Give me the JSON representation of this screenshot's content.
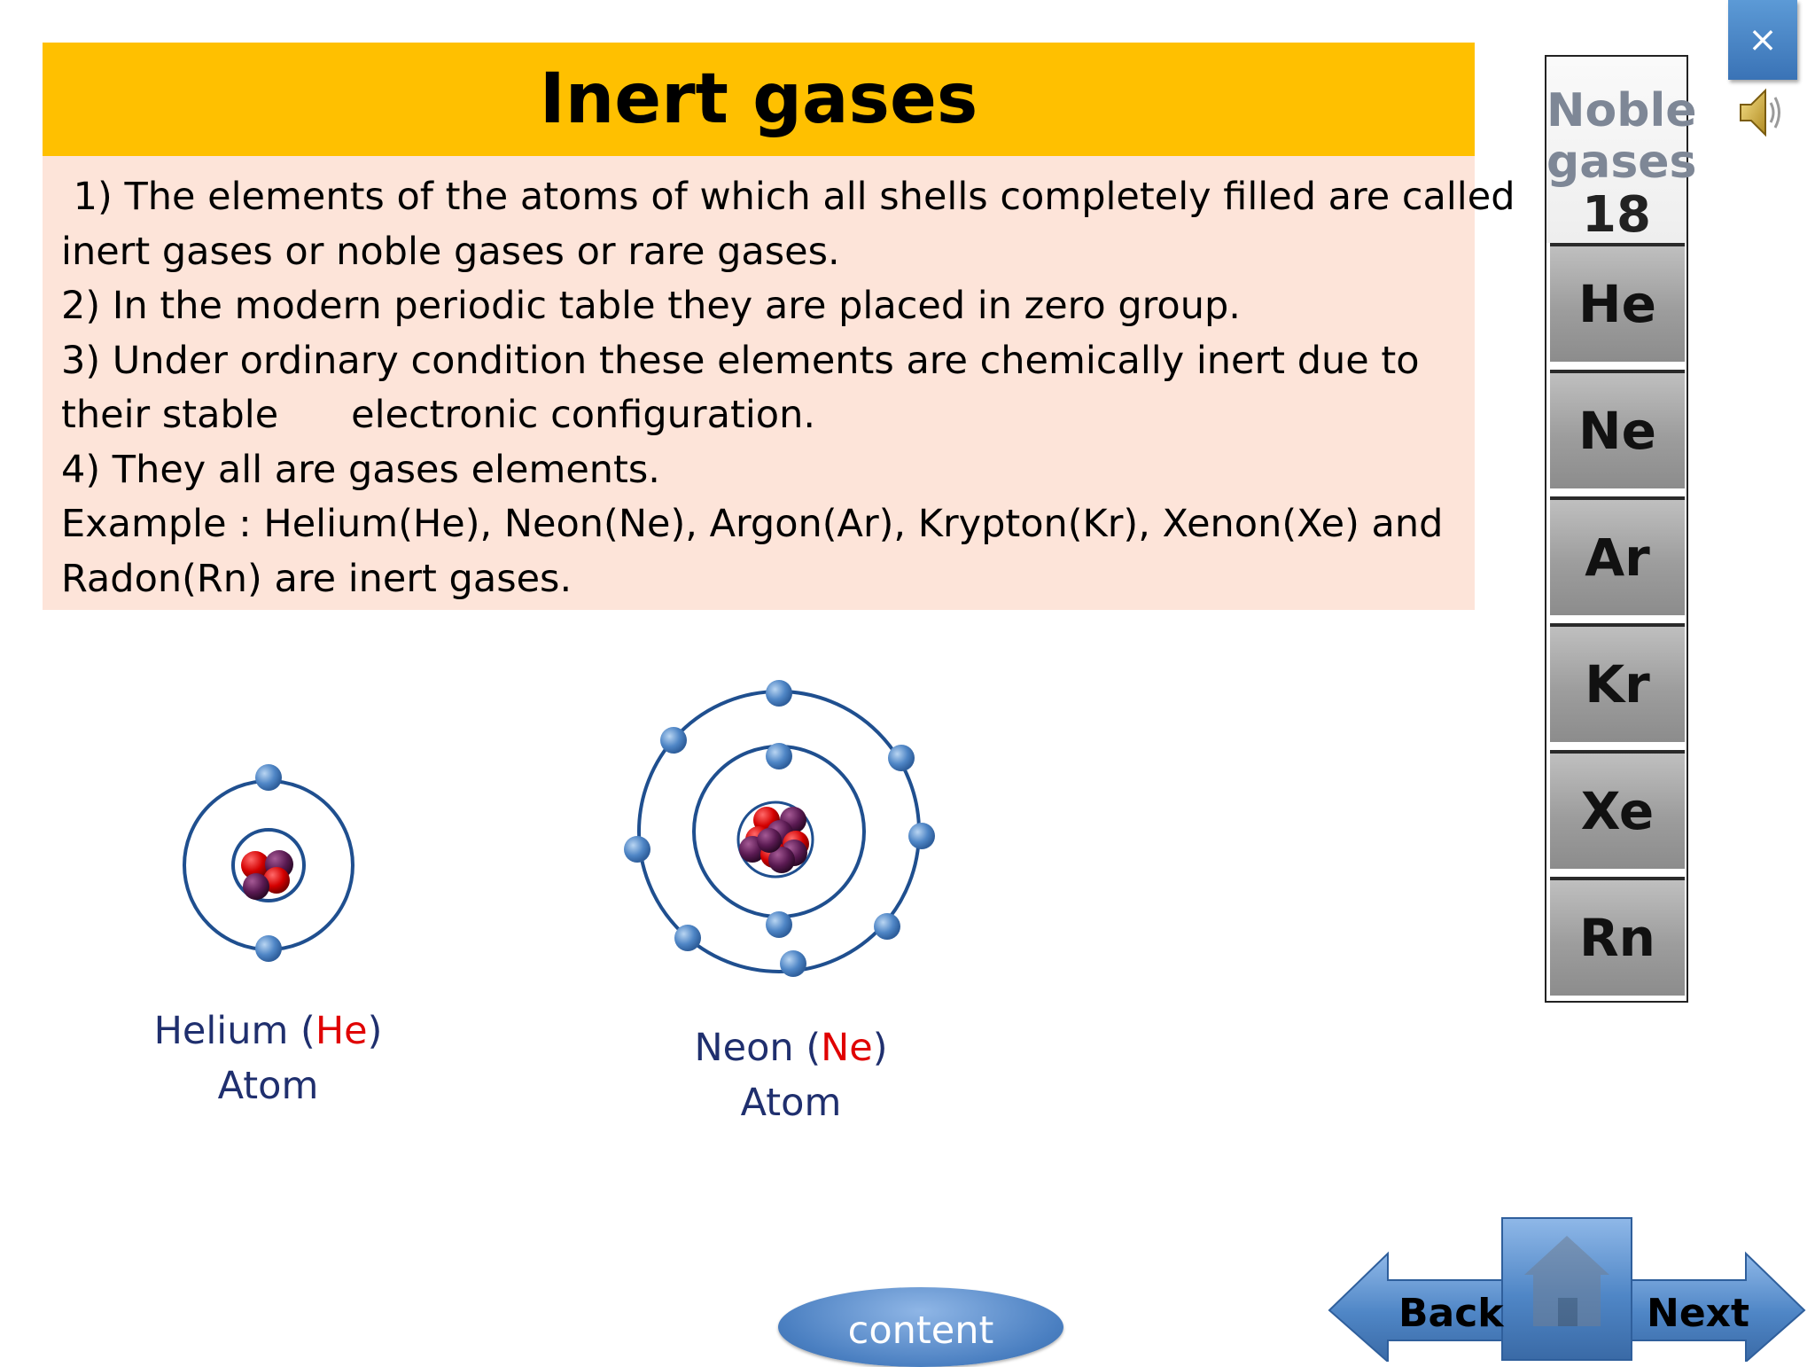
{
  "title": "Inert gases",
  "body_lines": [
    " 1) The elements of the atoms of which all shells completely filled are called",
    "inert gases or noble gases or rare gases.",
    "2) In the modern periodic table they are placed in zero group.",
    "3) Under ordinary condition these elements are chemically inert due to",
    "their stable      electronic configuration.",
    "4) They all are gases elements.",
    "Example : Helium(He), Neon(Ne), Argon(Ar), Krypton(Kr), Xenon(Xe) and",
    "Radon(Rn) are inert gases."
  ],
  "helium_caption": {
    "name": "Helium (",
    "symbol": "He",
    "close": ")",
    "atom": "Atom"
  },
  "neon_caption": {
    "name": "Neon (",
    "symbol": "Ne",
    "close": ")",
    "atom": "Atom"
  },
  "noble_column": {
    "header_line1": "Noble",
    "header_line2": "gases",
    "group_number": "18",
    "elements": [
      "He",
      "Ne",
      "Ar",
      "Kr",
      "Xe",
      "Rn"
    ]
  },
  "close_symbol": "×",
  "content_button": "content",
  "back_button": "Back",
  "next_button": "Next",
  "colors": {
    "title_bar": "#ffc000",
    "body_panel": "#fde4d9",
    "caption_text": "#1f2f6e",
    "symbol_text": "#e00000",
    "button_blue": "#4a7fc1"
  }
}
